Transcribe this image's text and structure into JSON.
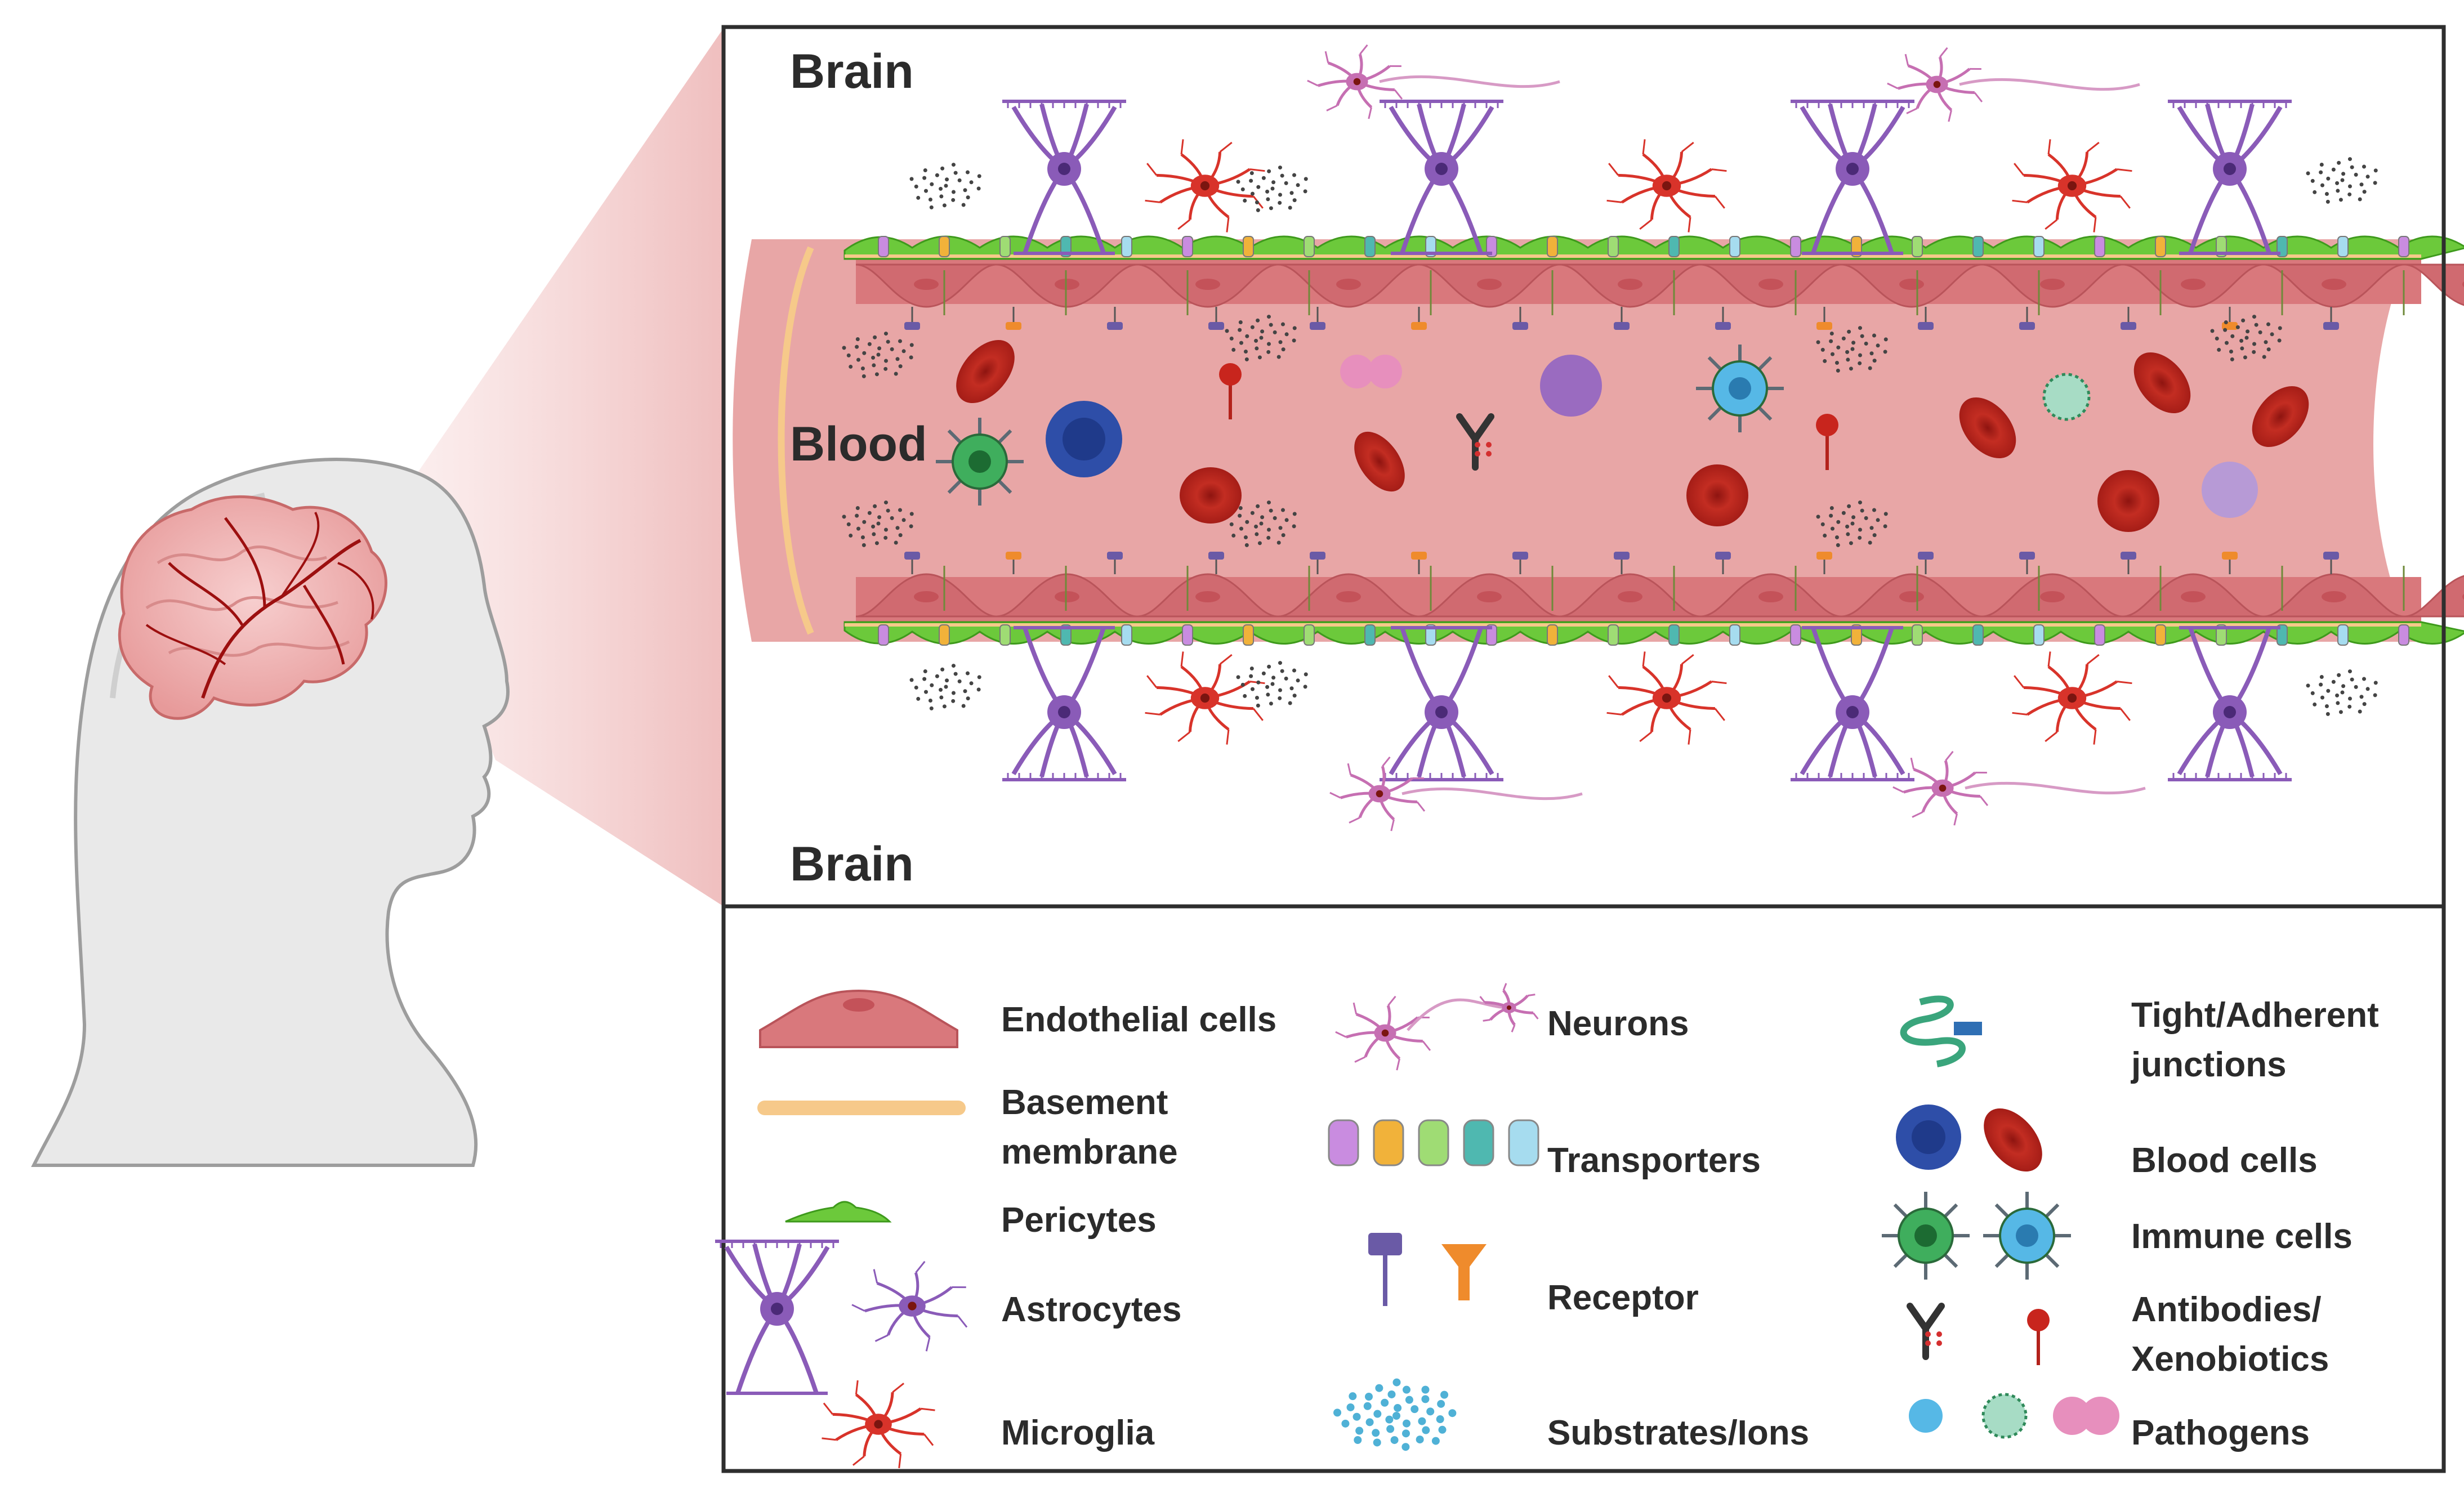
{
  "figure": {
    "panel_labels": {
      "brain_top": "Brain",
      "blood": "Blood",
      "brain_bottom": "Brain"
    },
    "legend": {
      "col1": [
        {
          "icon": "endothelial-cell-icon",
          "label": "Endothelial cells"
        },
        {
          "icon": "basement-membrane-icon",
          "label": "Basement\nmembrane"
        },
        {
          "icon": "pericyte-icon",
          "label": "Pericytes"
        },
        {
          "icon": "astrocyte-icon",
          "label": "Astrocytes"
        },
        {
          "icon": "microglia-icon",
          "label": "Microglia"
        }
      ],
      "col2": [
        {
          "icon": "neuron-icon",
          "label": "Neurons"
        },
        {
          "icon": "transporter-icon",
          "label": "Transporters"
        },
        {
          "icon": "receptor-icon",
          "label": "Receptor"
        },
        {
          "icon": "substrates-ions-icon",
          "label": "Substrates/Ions"
        }
      ],
      "col3": [
        {
          "icon": "tight-junction-icon",
          "label": "Tight/Adherent\njunctions"
        },
        {
          "icon": "blood-cell-icon",
          "label": "Blood cells"
        },
        {
          "icon": "immune-cell-icon",
          "label": "Immune cells"
        },
        {
          "icon": "antibody-icon",
          "label": "Antibodies/\nXenobiotics"
        },
        {
          "icon": "pathogen-icon",
          "label": "Pathogens"
        }
      ]
    },
    "colors": {
      "endothelium": "#d9787c",
      "lumen": "#e8a6a6",
      "pericyte": "#6cc93b",
      "basement": "#f6c98a",
      "astrocyte": "#8a5bb8",
      "microglia": "#d8332a",
      "rbc": "#b3221b",
      "frame": "#2e2e2e"
    }
  }
}
